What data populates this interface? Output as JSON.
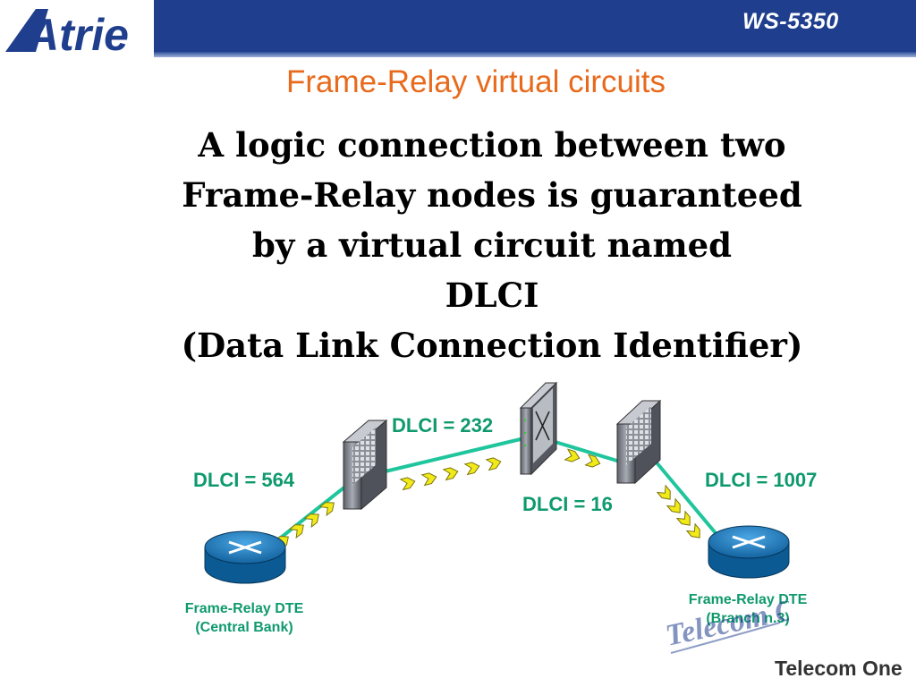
{
  "header": {
    "logo_text": "Atrie",
    "product": "WS-5350",
    "background": "#1f3e8d"
  },
  "slide": {
    "title": "Frame-Relay virtual circuits",
    "body_lines": [
      "A logic connection between two",
      "Frame-Relay nodes is guaranteed",
      "by a virtual circuit named",
      "DLCI",
      "(Data Link Connection Identifier)"
    ],
    "title_color": "#e86a1c"
  },
  "diagram": {
    "dlci_labels": [
      "DLCI = 564",
      "DLCI = 232",
      "DLCI = 16",
      "DLCI = 1007"
    ],
    "dte_left": [
      "Frame-Relay DTE",
      "(Central Bank)"
    ],
    "dte_right": [
      "Frame-Relay DTE",
      "(Branch n.3)"
    ],
    "label_color": "#0f9a6d",
    "link_color": "#1fc59c",
    "arrow_color": "#f2ea18",
    "icons": [
      "router-icon",
      "frame-relay-switch-icon",
      "frame-relay-switch-icon",
      "frame-relay-switch-icon",
      "router-icon"
    ]
  },
  "footer": {
    "watermark_text": "Telecom One",
    "brand": "Telecom One"
  }
}
